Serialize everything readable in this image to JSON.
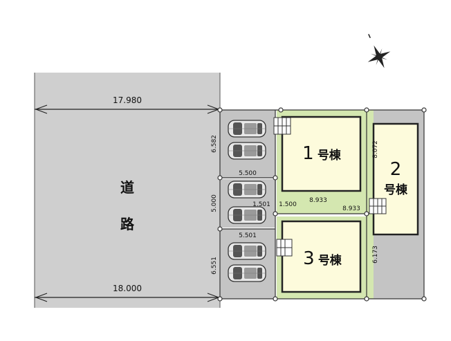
{
  "road": {
    "label_line1": "道",
    "label_line2": "路",
    "width_top": "17.980",
    "width_bottom": "18.000"
  },
  "buildings": {
    "b1": {
      "number": "1",
      "suffix": "号棟"
    },
    "b2": {
      "number": "2",
      "suffix": "号棟"
    },
    "b3": {
      "number": "3",
      "suffix": "号棟"
    }
  },
  "dimensions": {
    "lot1_depth": "6.582",
    "lot1_parking_width": "5.500",
    "mid_depth": "5.000",
    "small_a": "1.501",
    "small_b": "1.500",
    "lot1_width": "8.933",
    "lot3_width": "8.933",
    "lot3_parking_width": "5.501",
    "lot3_depth": "6.551",
    "lot2_depth": "8.072",
    "lot2_depth_lower": "6.173"
  },
  "parking": {
    "car_count": 6
  },
  "compass": {
    "icon": "compass-north-icon"
  },
  "colors": {
    "road": "#cfcfcf",
    "site_gray": "#c4c4c4",
    "building_fill": "#fdfbdc",
    "garden_green": "#d4e7b0",
    "outline": "#222222"
  }
}
